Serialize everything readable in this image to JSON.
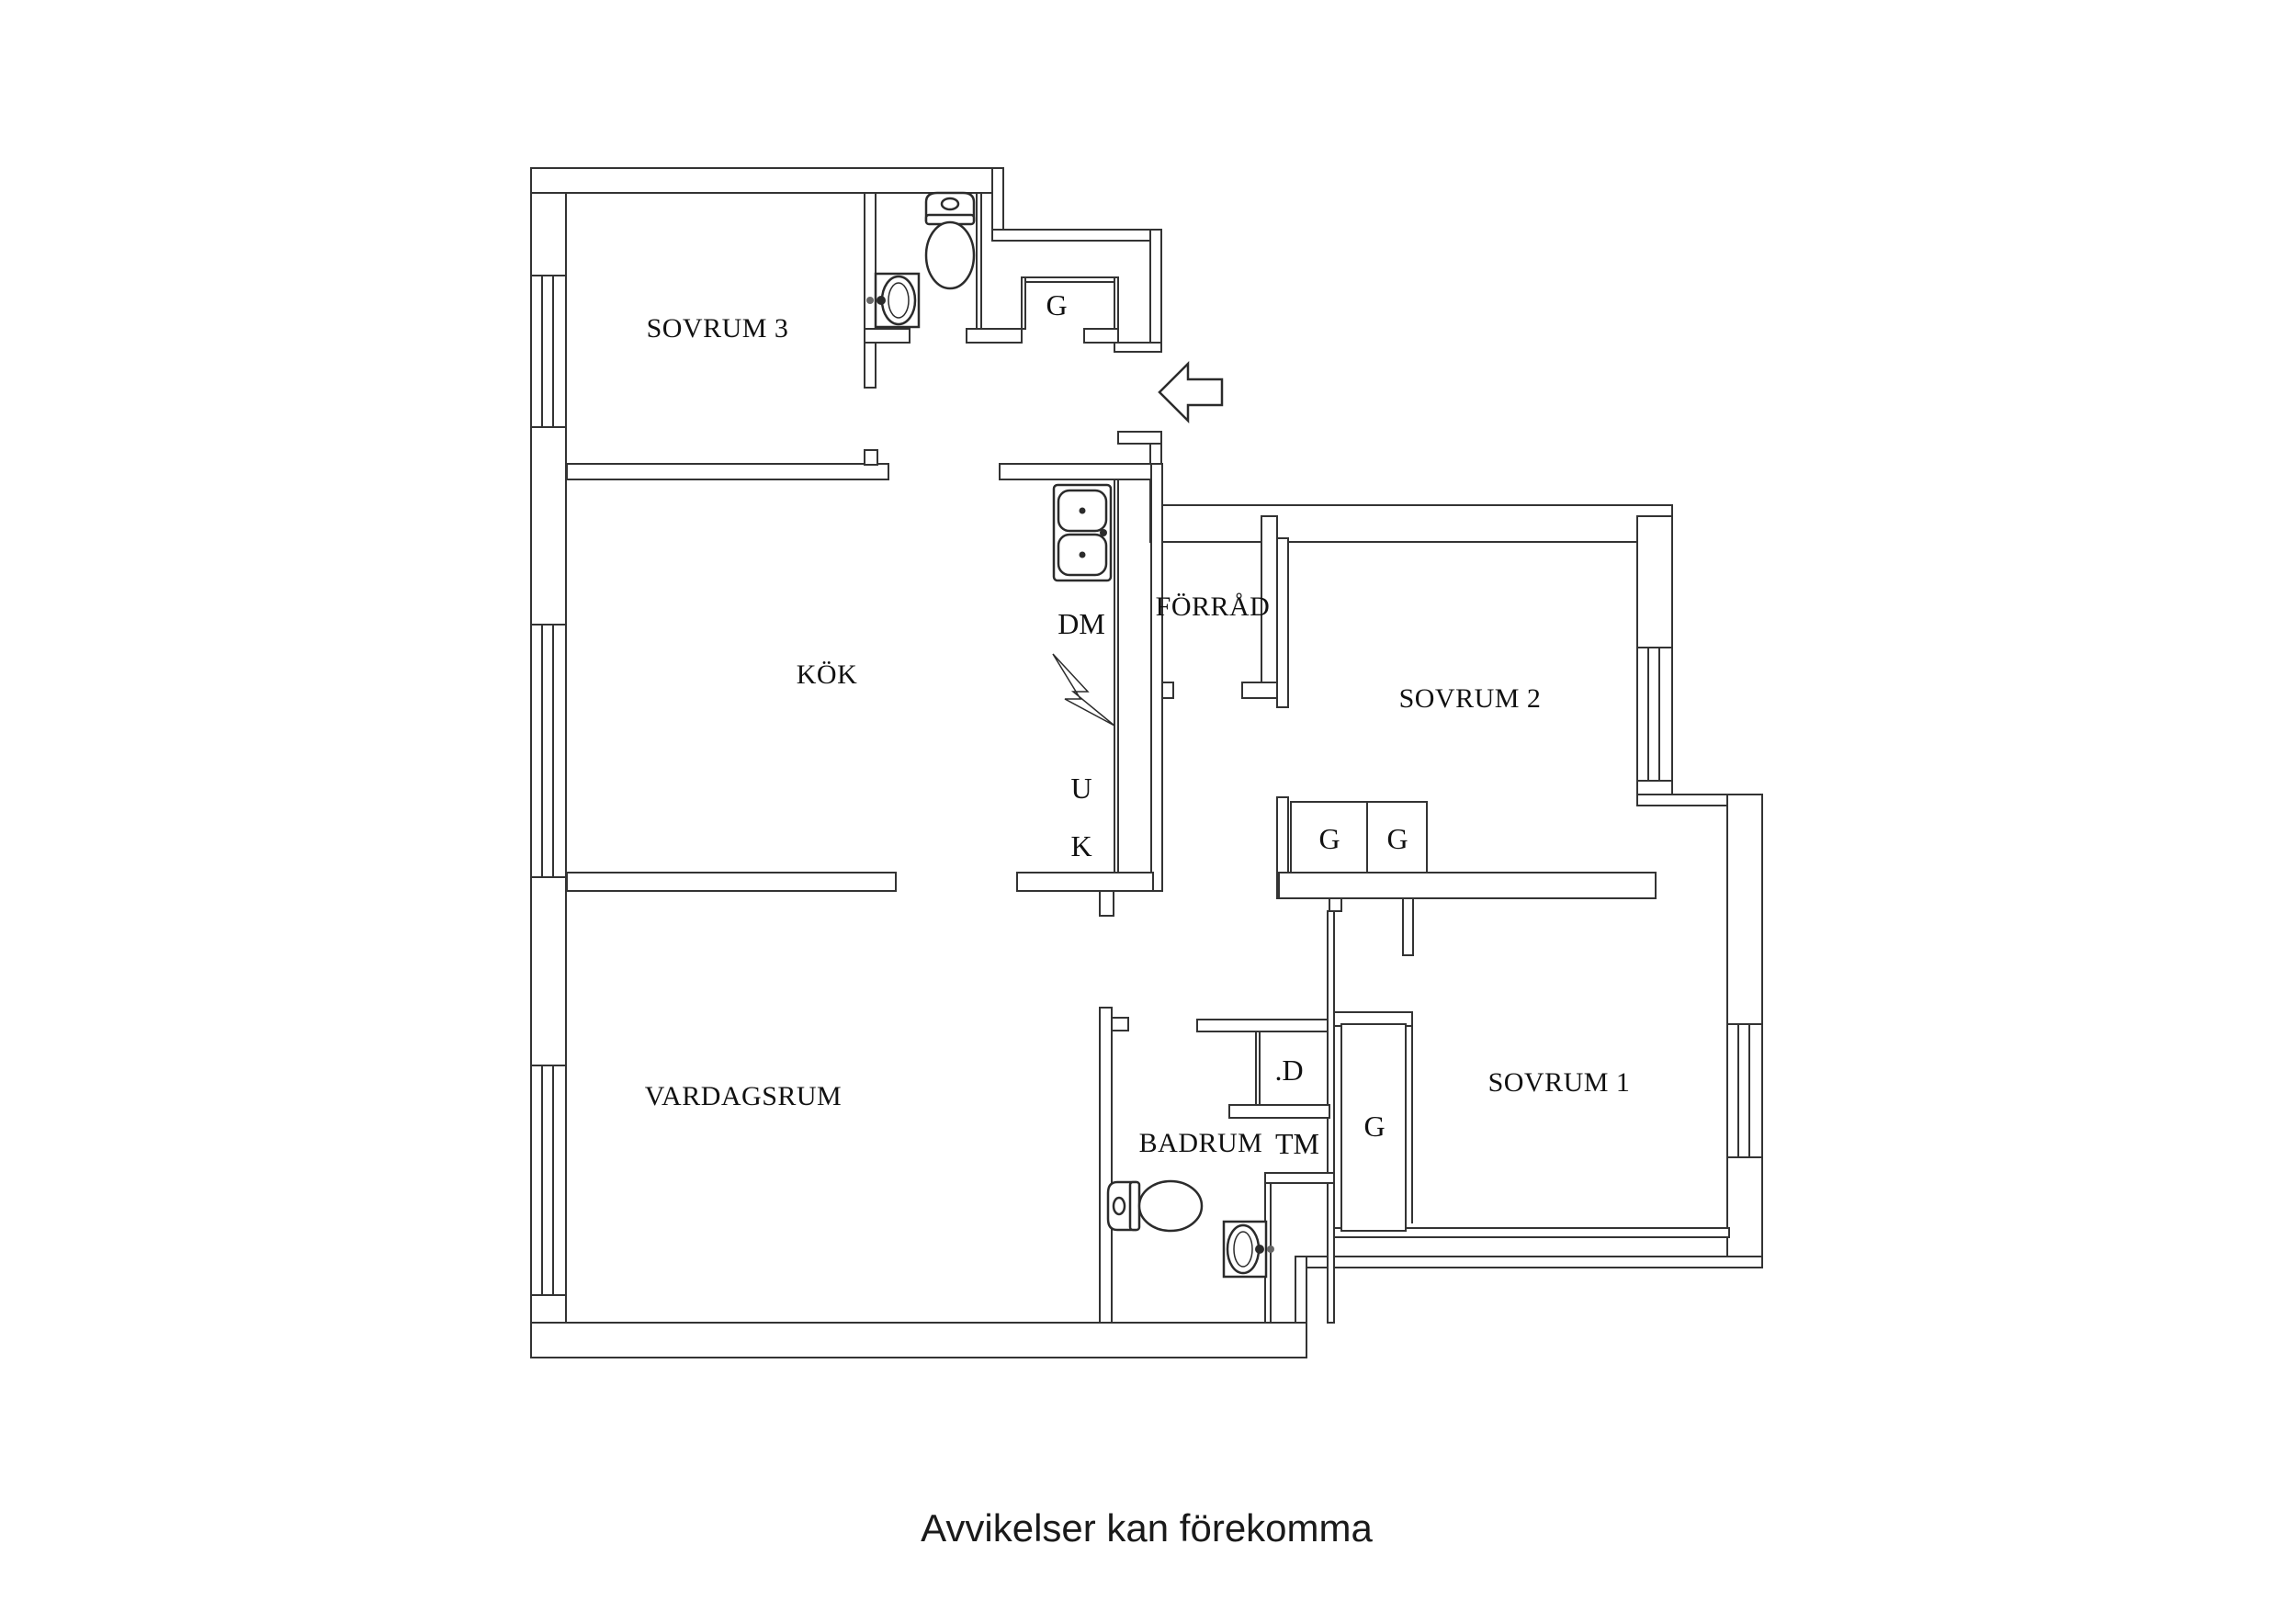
{
  "floorplan": {
    "rooms": {
      "sovrum3": "SOVRUM 3",
      "kok": "KÖK",
      "vardagsrum": "VARDAGSRUM",
      "forrad": "FÖRRÅD",
      "sovrum2": "SOVRUM 2",
      "sovrum1": "SOVRUM 1",
      "badrum": "BADRUM"
    },
    "appliances": {
      "dm": "DM",
      "u": "U",
      "k": "K",
      "tm": "TM",
      "d": ".D"
    },
    "closets": {
      "hall": "G",
      "sovrum2_a": "G",
      "sovrum2_b": "G",
      "sovrum1": "G"
    },
    "icons": {
      "entry_arrow": "entry-direction-left",
      "toilet_wc": "toilet",
      "toilet_badrum": "toilet",
      "sink_wc": "washbasin",
      "sink_badrum": "washbasin",
      "kitchen_sink": "double-sink",
      "stove": "stove-lightning"
    },
    "disclaimer": "Avvikelser kan förekomma",
    "colors": {
      "line": "#333333",
      "background": "#ffffff"
    }
  }
}
